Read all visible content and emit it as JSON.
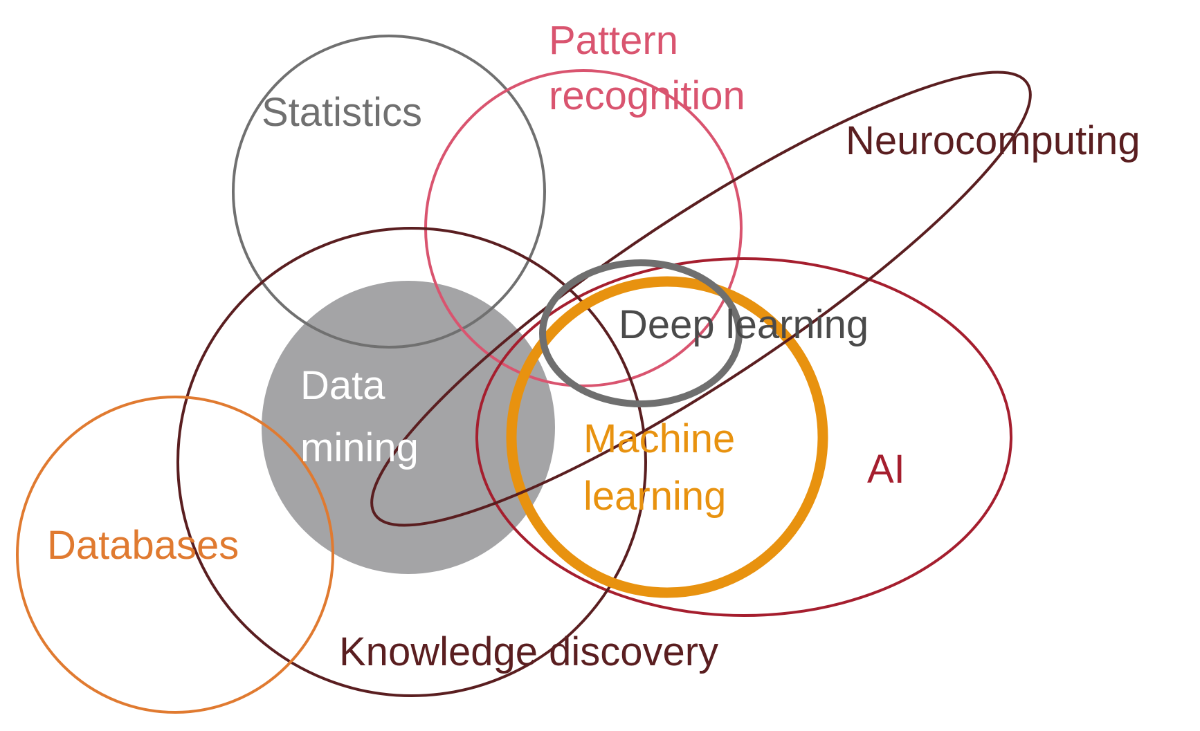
{
  "diagram": {
    "type": "venn",
    "regions": {
      "statistics": {
        "label": "Statistics",
        "color": "#707070"
      },
      "pattern_recognition": {
        "label_line1": "Pattern",
        "label_line2": "recognition",
        "color": "#d9546f"
      },
      "neurocomputing": {
        "label": "Neurocomputing",
        "color": "#5a1e20"
      },
      "knowledge_discovery": {
        "label": "Knowledge discovery",
        "color": "#5a1e20"
      },
      "data_mining": {
        "label_line1": "Data",
        "label_line2": "mining",
        "fill": "#a4a4a6",
        "text_color": "#ffffff"
      },
      "deep_learning": {
        "label": "Deep learning",
        "color": "#6f6f6f",
        "text_color": "#4a4a4a"
      },
      "machine_learning": {
        "label_line1": "Machine",
        "label_line2": "learning",
        "color": "#e8920f"
      },
      "ai": {
        "label": "AI",
        "color": "#a51e2e"
      },
      "databases": {
        "label": "Databases",
        "color": "#e07a30"
      }
    }
  }
}
